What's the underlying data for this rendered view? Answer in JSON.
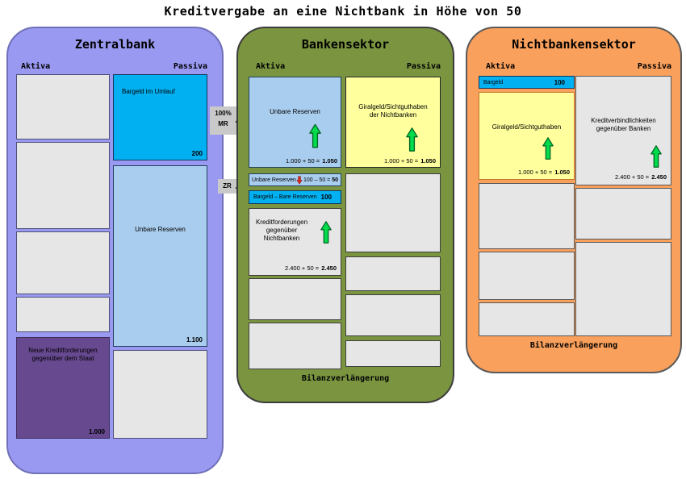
{
  "title": "Kreditvergabe an eine Nichtbank in Höhe von 50",
  "column_headers": {
    "aktiva": "Aktiva",
    "passiva": "Passiva"
  },
  "connectors": {
    "mindestreserve_line1": "100%",
    "mindestreserve_line2": "MR",
    "zentralbankreserve": "ZR"
  },
  "zentralbank": {
    "title": "Zentralbank",
    "bargeld_im_umlauf": {
      "label": "Bargeld im Umlauf",
      "value": "200"
    },
    "unbare_reserven": {
      "label": "Unbare Reserven",
      "value": "1.100"
    },
    "neue_kreditforderungen": {
      "line1": "Neue Kreditforderungen",
      "line2": "gegenüber dem Staat",
      "value": "1.000"
    }
  },
  "bankensektor": {
    "title": "Bankensektor",
    "unbare_reserven": {
      "label": "Unbare Reserven",
      "expr": "1.000 + 50 =",
      "result": "1.050"
    },
    "unbare_reserven_klein": {
      "label": "Unbare Reserven",
      "expr": "100 – 50 =",
      "result": "50"
    },
    "bargeld_bare_reserven": {
      "label": "Bargeld – Bare Reserven",
      "value": "100"
    },
    "kreditforderungen": {
      "line1": "Kreditforderungen",
      "line2": "gegenüber",
      "line3": "Nichtbanken",
      "expr": "2.400 + 50 =",
      "result": "2.450"
    },
    "giralgeld": {
      "line1": "Giralgeld/Sichtguthaben",
      "line2": "der Nichtbanken",
      "expr": "1.000 + 50 =",
      "result": "1.050"
    },
    "footer": "Bilanzverlängerung"
  },
  "nichtbankensektor": {
    "title": "Nichtbankensektor",
    "bargeld": {
      "label": "Bargeld",
      "value": "100"
    },
    "giralgeld": {
      "label": "Giralgeld/Sichtguthaben",
      "expr": "1.000 + 50 =",
      "result": "1.050"
    },
    "kreditverbindlichkeiten": {
      "line1": "Kreditverbindlichkeiten",
      "line2": "gegenüber Banken",
      "expr": "2.400 + 50 =",
      "result": "2.450"
    },
    "footer": "Bilanzverlängerung"
  },
  "colors": {
    "panel-purple": "#9999f2",
    "panel-purple-border": "#7070b8",
    "panel-green": "#7a9440",
    "panel-green-border": "#3d3d3d",
    "panel-orange": "#f9a05c",
    "panel-orange-border": "#5a5a5a",
    "cyan": "#00b0f0",
    "lightblue": "#a9cdee",
    "yellow": "#ffff9e",
    "darkpurple": "#66498f",
    "box-gray": "#e6e6e6",
    "tag-gray": "#c9c9c9",
    "arrow-green": "#00dc4b",
    "arrow-green-dark": "#006422",
    "arrow-red": "#d92b1c"
  }
}
